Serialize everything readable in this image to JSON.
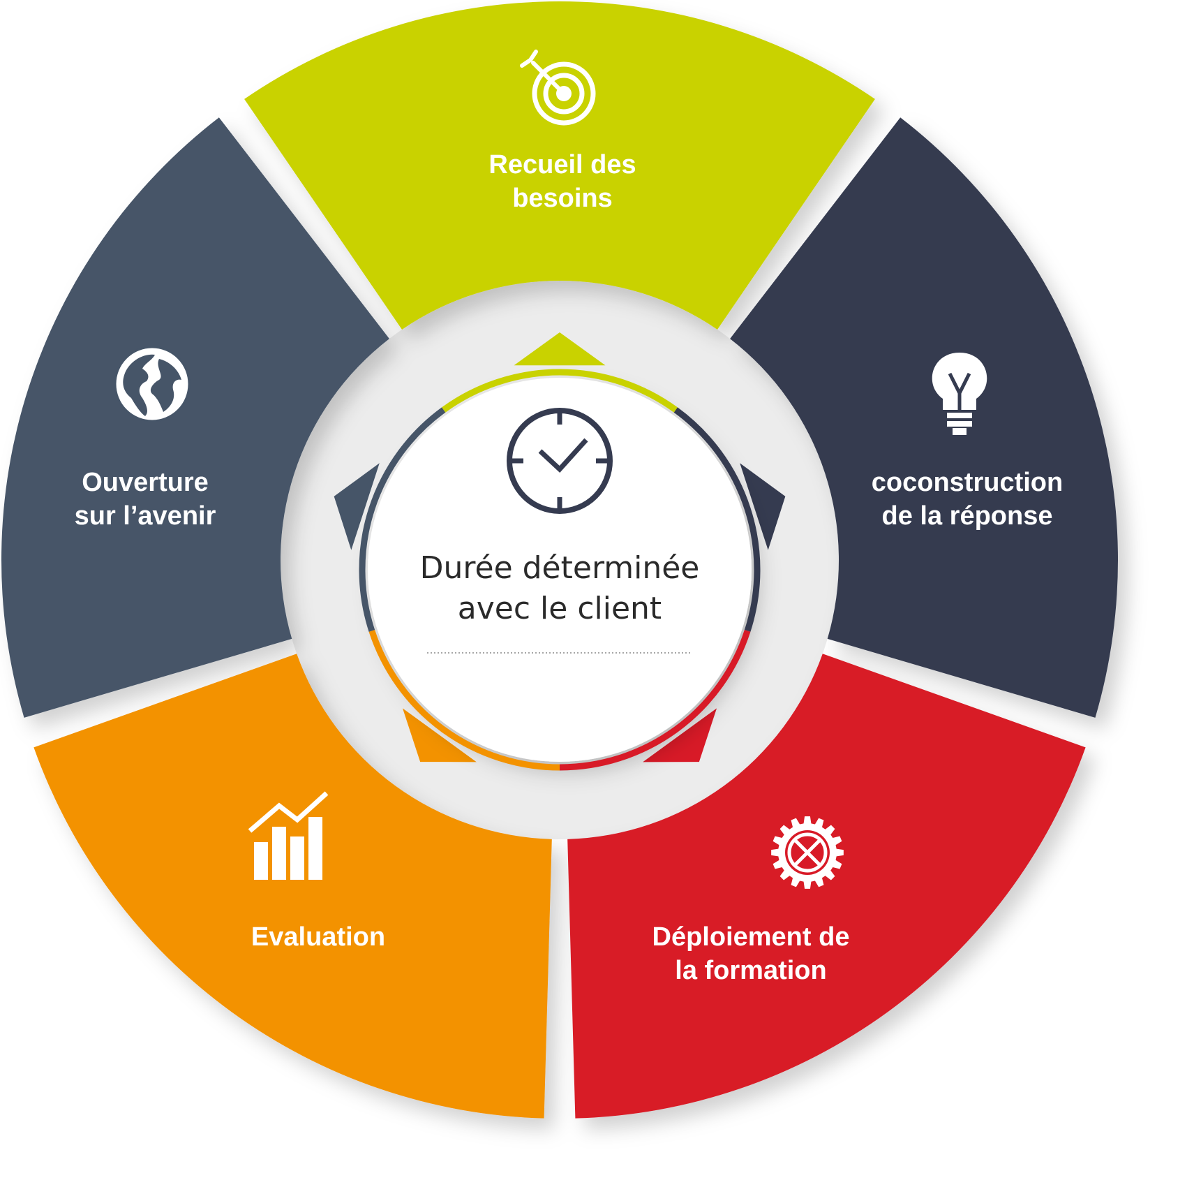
{
  "diagram": {
    "center": {
      "line1": "Durée déterminée",
      "line2": "avec le client",
      "icon": "clock-icon"
    },
    "segments": [
      {
        "id": "recueil",
        "line1": "Recueil des",
        "line2": "besoins",
        "color": "#c9d200",
        "icon": "target-icon"
      },
      {
        "id": "coconstruction",
        "line1": "coconstruction",
        "line2": "de la réponse",
        "color": "#353b50",
        "icon": "lightbulb-icon"
      },
      {
        "id": "deploiement",
        "line1": "Déploiement de",
        "line2": "la formation",
        "color": "#d81a27",
        "icon": "gear-icon"
      },
      {
        "id": "evaluation",
        "line1": "Evaluation",
        "line2": "",
        "color": "#f39200",
        "icon": "bar-chart-icon"
      },
      {
        "id": "ouverture",
        "line1": "Ouverture",
        "line2": "sur l’avenir",
        "color": "#465568",
        "icon": "globe-icon"
      }
    ],
    "colors": {
      "center_fill": "#ffffff",
      "background_disc": "#ececec"
    }
  }
}
